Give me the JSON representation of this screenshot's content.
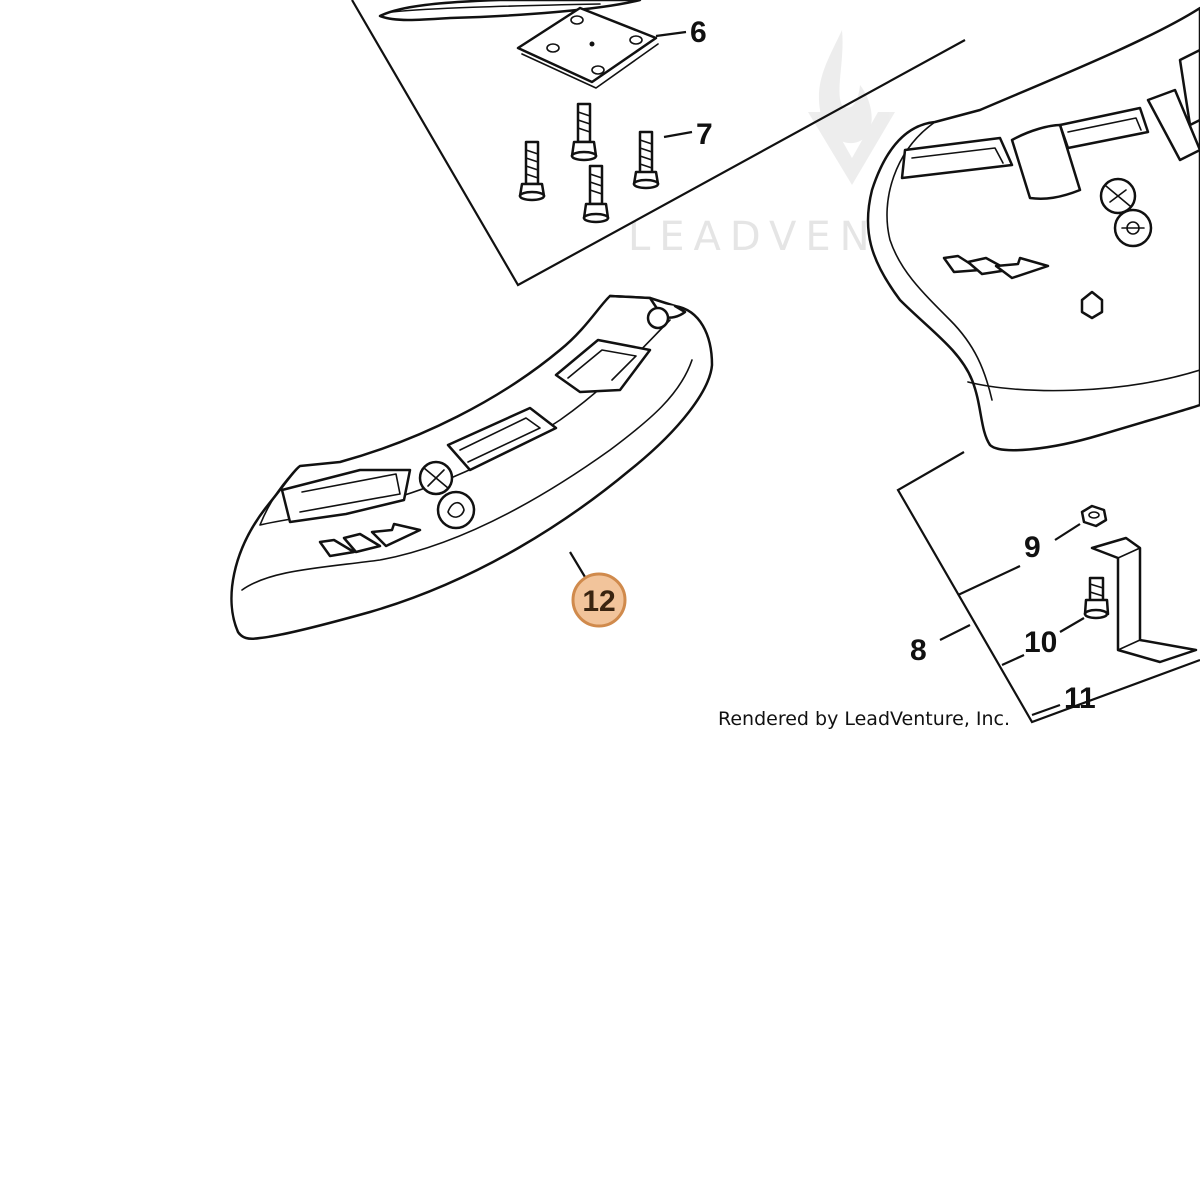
{
  "watermark": {
    "text": "LEADVENTURE"
  },
  "credit": "Rendered by LeadVenture, Inc.",
  "callouts": {
    "c6": "6",
    "c7": "7",
    "c8": "8",
    "c9": "9",
    "c10": "10",
    "c11": "11",
    "c12": "12"
  },
  "highlight": {
    "part": "12",
    "fill": "#f2c49b",
    "stroke": "#d08a4c"
  }
}
